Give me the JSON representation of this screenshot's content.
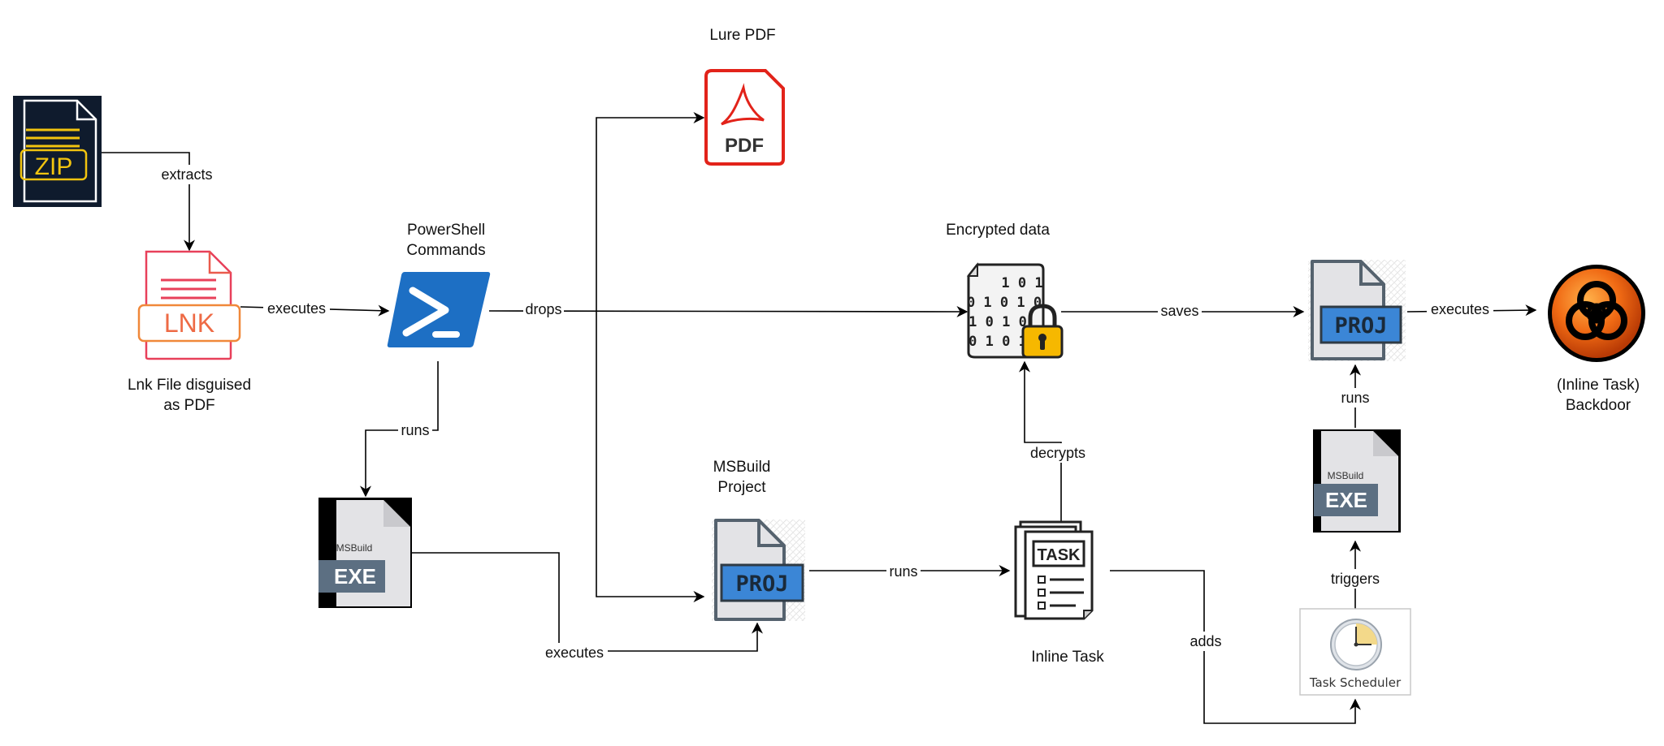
{
  "nodes": {
    "zip": {
      "text": "ZIP"
    },
    "lnk": {
      "text": "LNK",
      "caption_line1": "Lnk File disguised",
      "caption_line2": "as PDF"
    },
    "powershell": {
      "caption_line1": "PowerShell",
      "caption_line2": "Commands"
    },
    "lure_pdf": {
      "caption": "Lure PDF",
      "text": "PDF"
    },
    "msbuild_exe_left": {
      "small": "MSBuild",
      "text": "EXE"
    },
    "msbuild_project": {
      "caption_line1": "MSBuild",
      "caption_line2": "Project",
      "text": "PROJ"
    },
    "encrypted_data": {
      "caption": "Encrypted data",
      "rows": [
        "1 0 1",
        "0 1 0 1 0",
        "1 0 1 0",
        "0 1 0 1"
      ]
    },
    "inline_task": {
      "caption": "Inline Task",
      "text": "TASK"
    },
    "proj_right": {
      "text": "PROJ"
    },
    "msbuild_exe_right": {
      "small": "MSBuild",
      "text": "EXE"
    },
    "task_scheduler": {
      "caption": "Task Scheduler"
    },
    "backdoor": {
      "caption_line1": "(Inline Task)",
      "caption_line2": "Backdoor"
    }
  },
  "edges": {
    "extracts": "extracts",
    "executes_ps": "executes",
    "drops": "drops",
    "runs_exe": "runs",
    "executes_proj": "executes",
    "runs_task": "runs",
    "decrypts": "decrypts",
    "saves": "saves",
    "executes_backdoor": "executes",
    "adds": "adds",
    "triggers": "triggers",
    "runs_proj": "runs"
  },
  "colors": {
    "zip_bg": "#0f1b2d",
    "zip_fg": "#f2c40f",
    "lnk_red": "#e8405a",
    "lnk_orange": "#f0883a",
    "powershell_blue": "#1d6fc4",
    "pdf_red": "#e2231a",
    "doc_gray": "#e3e3e6",
    "label_slate": "#5c6f82",
    "proj_blue": "#3b86d6",
    "lock_yellow": "#f6b800",
    "biohazard_orange": "#e45a10"
  }
}
